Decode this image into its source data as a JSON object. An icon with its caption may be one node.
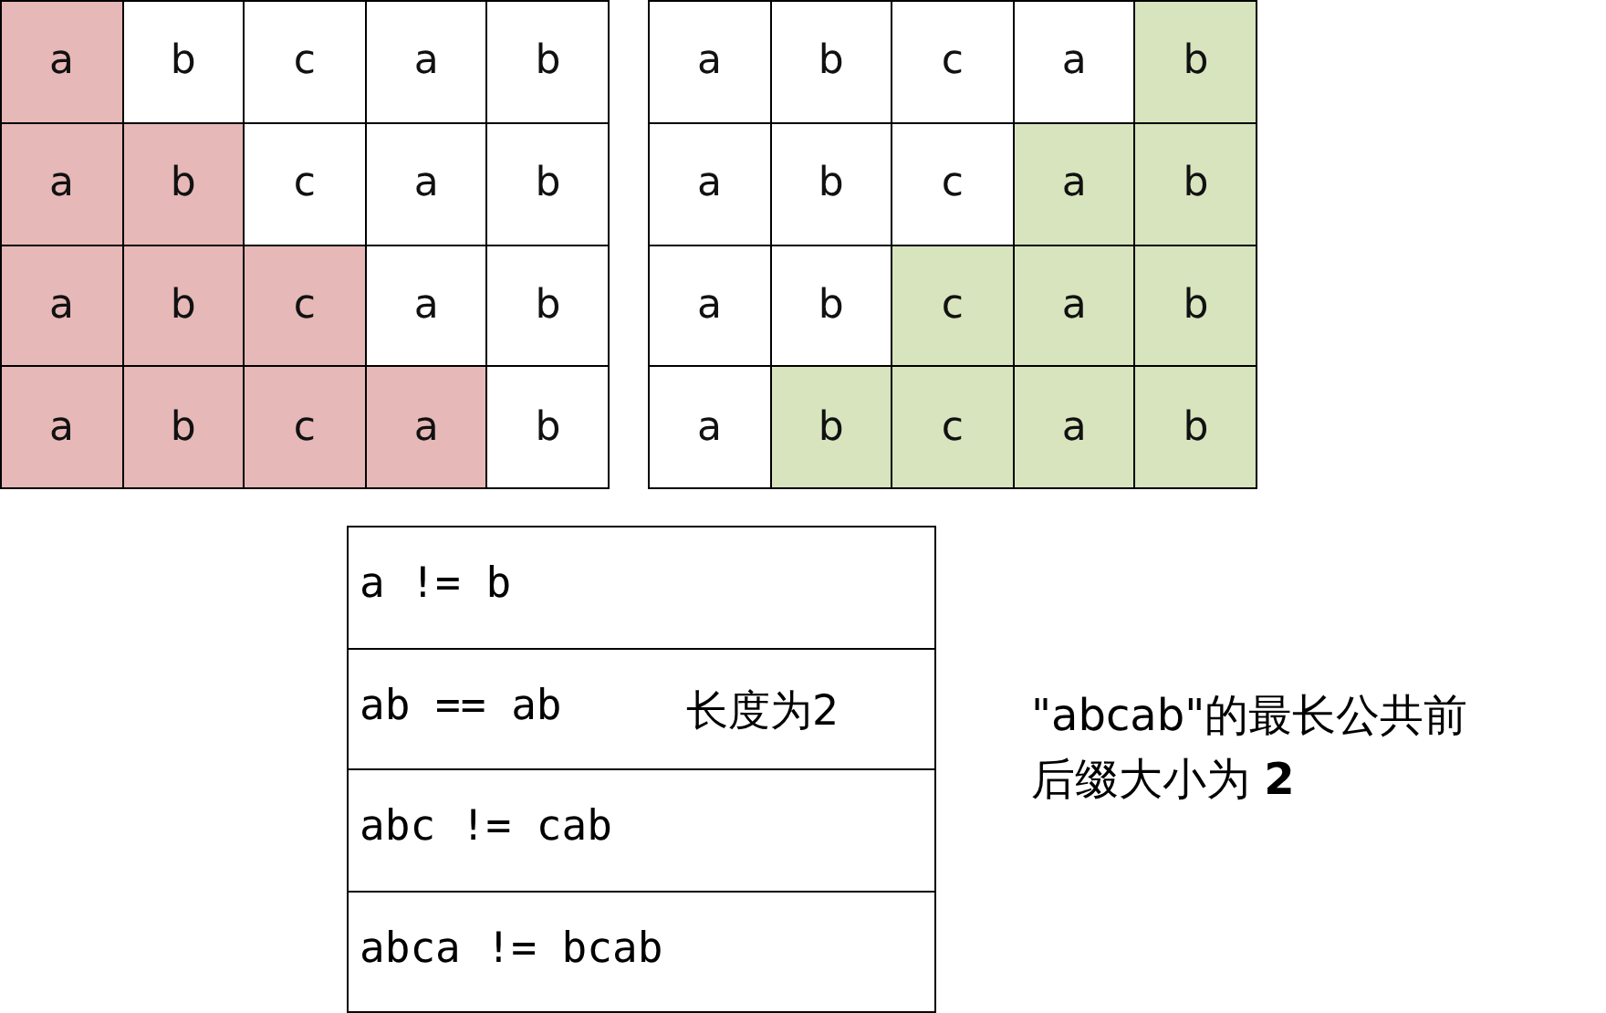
{
  "diagram": {
    "labels": [
      "a",
      "b",
      "c",
      "a",
      "b",
      "a",
      "b",
      "c",
      "a",
      "b",
      "a",
      "b",
      "c",
      "a",
      "b",
      "a",
      "b",
      "c",
      "a",
      "b",
      "a",
      "b",
      "c",
      "a",
      "b",
      "a",
      "b",
      "c",
      "a",
      "b",
      "a",
      "b",
      "c",
      "a",
      "b",
      "a",
      "b",
      "c",
      "a",
      "b",
      "a != b",
      "ab == ab",
      "长度为2",
      "abc != cab",
      "abca != bcab",
      "\"abcab\"的最长公共前后缀大小为 **2**"
    ]
  }
}
